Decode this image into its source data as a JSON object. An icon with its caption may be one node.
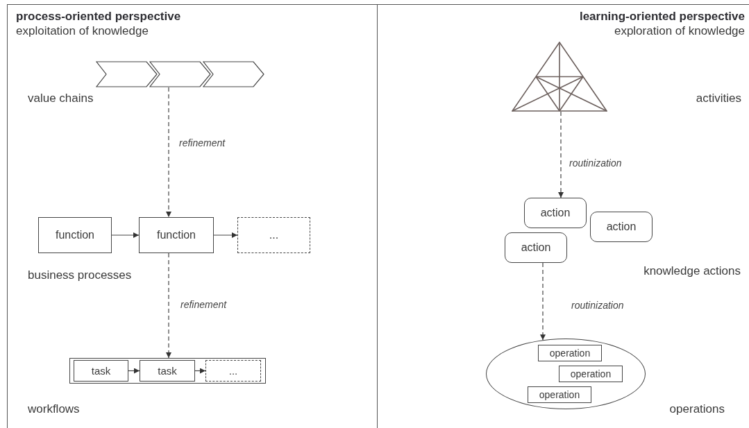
{
  "diagram": {
    "nodes": [
      {
        "text": [
          "process-oriented perspective",
          "exploitation of knowledge"
        ]
      },
      {
        "text": [
          "learning-oriented perspective",
          "exploration of knowledge"
        ]
      },
      {
        "text": [],
        "shape": "chevron",
        "in": 0
      },
      {
        "text": [],
        "shape": "chevron",
        "in": 0
      },
      {
        "text": [],
        "shape": "chevron",
        "in": 0
      },
      {
        "text": [
          "function"
        ],
        "in": 0
      },
      {
        "text": [
          "function"
        ],
        "in": 0
      },
      {
        "text": [
          "..."
        ],
        "in": 0
      },
      {
        "text": [],
        "shape": "box",
        "in": 0
      },
      {
        "text": [
          "task"
        ],
        "in": 8
      },
      {
        "text": [
          "task"
        ],
        "in": 8
      },
      {
        "text": [
          "..."
        ],
        "in": 8
      },
      {
        "text": [],
        "shape": "triangle",
        "in": 1
      },
      {
        "text": [
          "action"
        ],
        "in": 1
      },
      {
        "text": [
          "action"
        ],
        "in": 1
      },
      {
        "text": [
          "action"
        ],
        "in": 1
      },
      {
        "text": [],
        "shape": "ellipse",
        "in": 1
      },
      {
        "text": [
          "operation"
        ],
        "in": 16
      },
      {
        "text": [
          "operation"
        ],
        "in": 16
      },
      {
        "text": [
          "operation"
        ],
        "in": 16
      }
    ],
    "edges": [
      {
        "from": 3,
        "to": 6,
        "arrow": "to",
        "label": "refinement",
        "style": "dashed"
      },
      {
        "from": 5,
        "to": 6,
        "arrow": "to"
      },
      {
        "from": 6,
        "to": 7,
        "arrow": "to"
      },
      {
        "from": 6,
        "to": 8,
        "arrow": "to",
        "label": "refinement",
        "style": "dashed"
      },
      {
        "from": 9,
        "to": 10,
        "arrow": "to"
      },
      {
        "from": 10,
        "to": 11,
        "arrow": "to"
      },
      {
        "from": 12,
        "to": 13,
        "arrow": "to",
        "label": "routinization",
        "style": "dashed"
      },
      {
        "from": 15,
        "to": 16,
        "arrow": "to",
        "label": "routinization",
        "style": "dashed"
      }
    ],
    "labels": [
      "value chains",
      "activities",
      "business processes",
      "knowledge actions",
      "workflows",
      "operations"
    ]
  }
}
